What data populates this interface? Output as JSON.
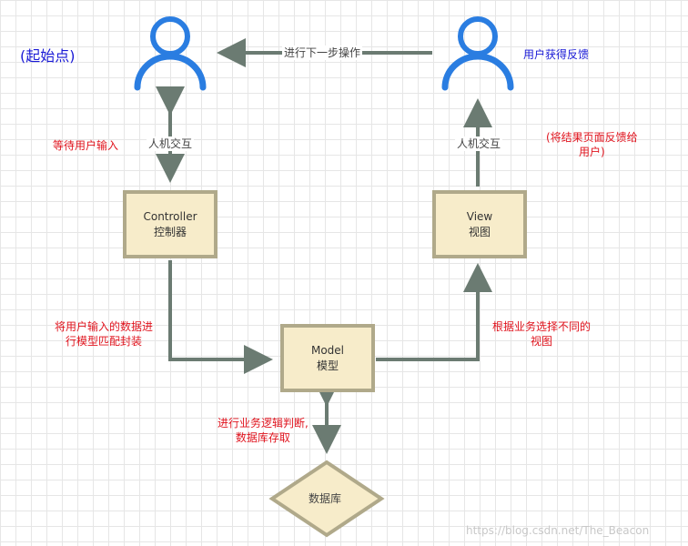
{
  "nodes": {
    "controller": {
      "line1": "Controller",
      "line2": "控制器"
    },
    "view": {
      "line1": "View",
      "line2": "视图"
    },
    "model": {
      "line1": "Model",
      "line2": "模型"
    },
    "database": {
      "label": "数据库"
    }
  },
  "edges": {
    "next_step": "进行下一步操作",
    "hci_left": "人机交互",
    "hci_right": "人机交互"
  },
  "annotations": {
    "start_point": "(起始点)",
    "user_feedback": "用户获得反馈",
    "wait_input": "等待用户输入",
    "return_line1": "(将结果页面反馈给",
    "return_line2": "用户)",
    "encap_line1": "将用户输入的数据进",
    "encap_line2": "行模型匹配封装",
    "select_line1": "根据业务选择不同的",
    "select_line2": "视图",
    "logic_line1": "进行业务逻辑判断,",
    "logic_line2": "数据库存取"
  },
  "watermark": "https://blog.csdn.net/The_Beacon",
  "colors": {
    "user_icon": "#2a7de1",
    "arrow": "#6b7b72",
    "node_fill": "#f7ecca",
    "node_border": "#b0a98a",
    "annotation_red": "#e0141e",
    "annotation_blue": "#1a1ad6"
  }
}
